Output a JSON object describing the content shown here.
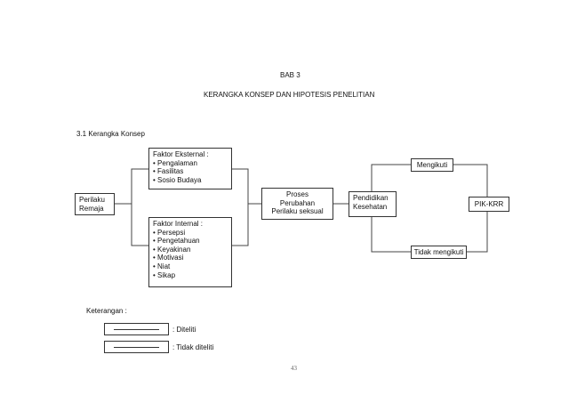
{
  "chapter": "BAB 3",
  "title": "KERANGKA KONSEP DAN HIPOTESIS PENELITIAN",
  "section": "3.1 Kerangka Konsep",
  "diagram": {
    "perilaku_remaja": [
      "Perilaku",
      "Remaja"
    ],
    "faktor_eksternal": {
      "heading": "Faktor Eksternal :",
      "items": [
        "Pengalaman",
        "Fasilitas",
        "Sosio Budaya"
      ]
    },
    "faktor_internal": {
      "heading": "Faktor Internal :",
      "items": [
        "Persepsi",
        "Pengetahuan",
        "Keyakinan",
        "Motivasi",
        "Niat",
        "Sikap"
      ]
    },
    "proses": [
      "Proses",
      "Perubahan",
      "Perilaku seksual"
    ],
    "pendidikan": [
      "Pendidikan",
      "Kesehatan"
    ],
    "mengikuti": "Mengikuti",
    "tidak_mengikuti": "Tidak mengikuti",
    "pik_krr": "PIK-KRR"
  },
  "legend": {
    "heading": "Keterangan :",
    "diteliti": ": Diteliti",
    "tidak_diteliti": ": Tidak diteliti"
  },
  "page_number": "43"
}
